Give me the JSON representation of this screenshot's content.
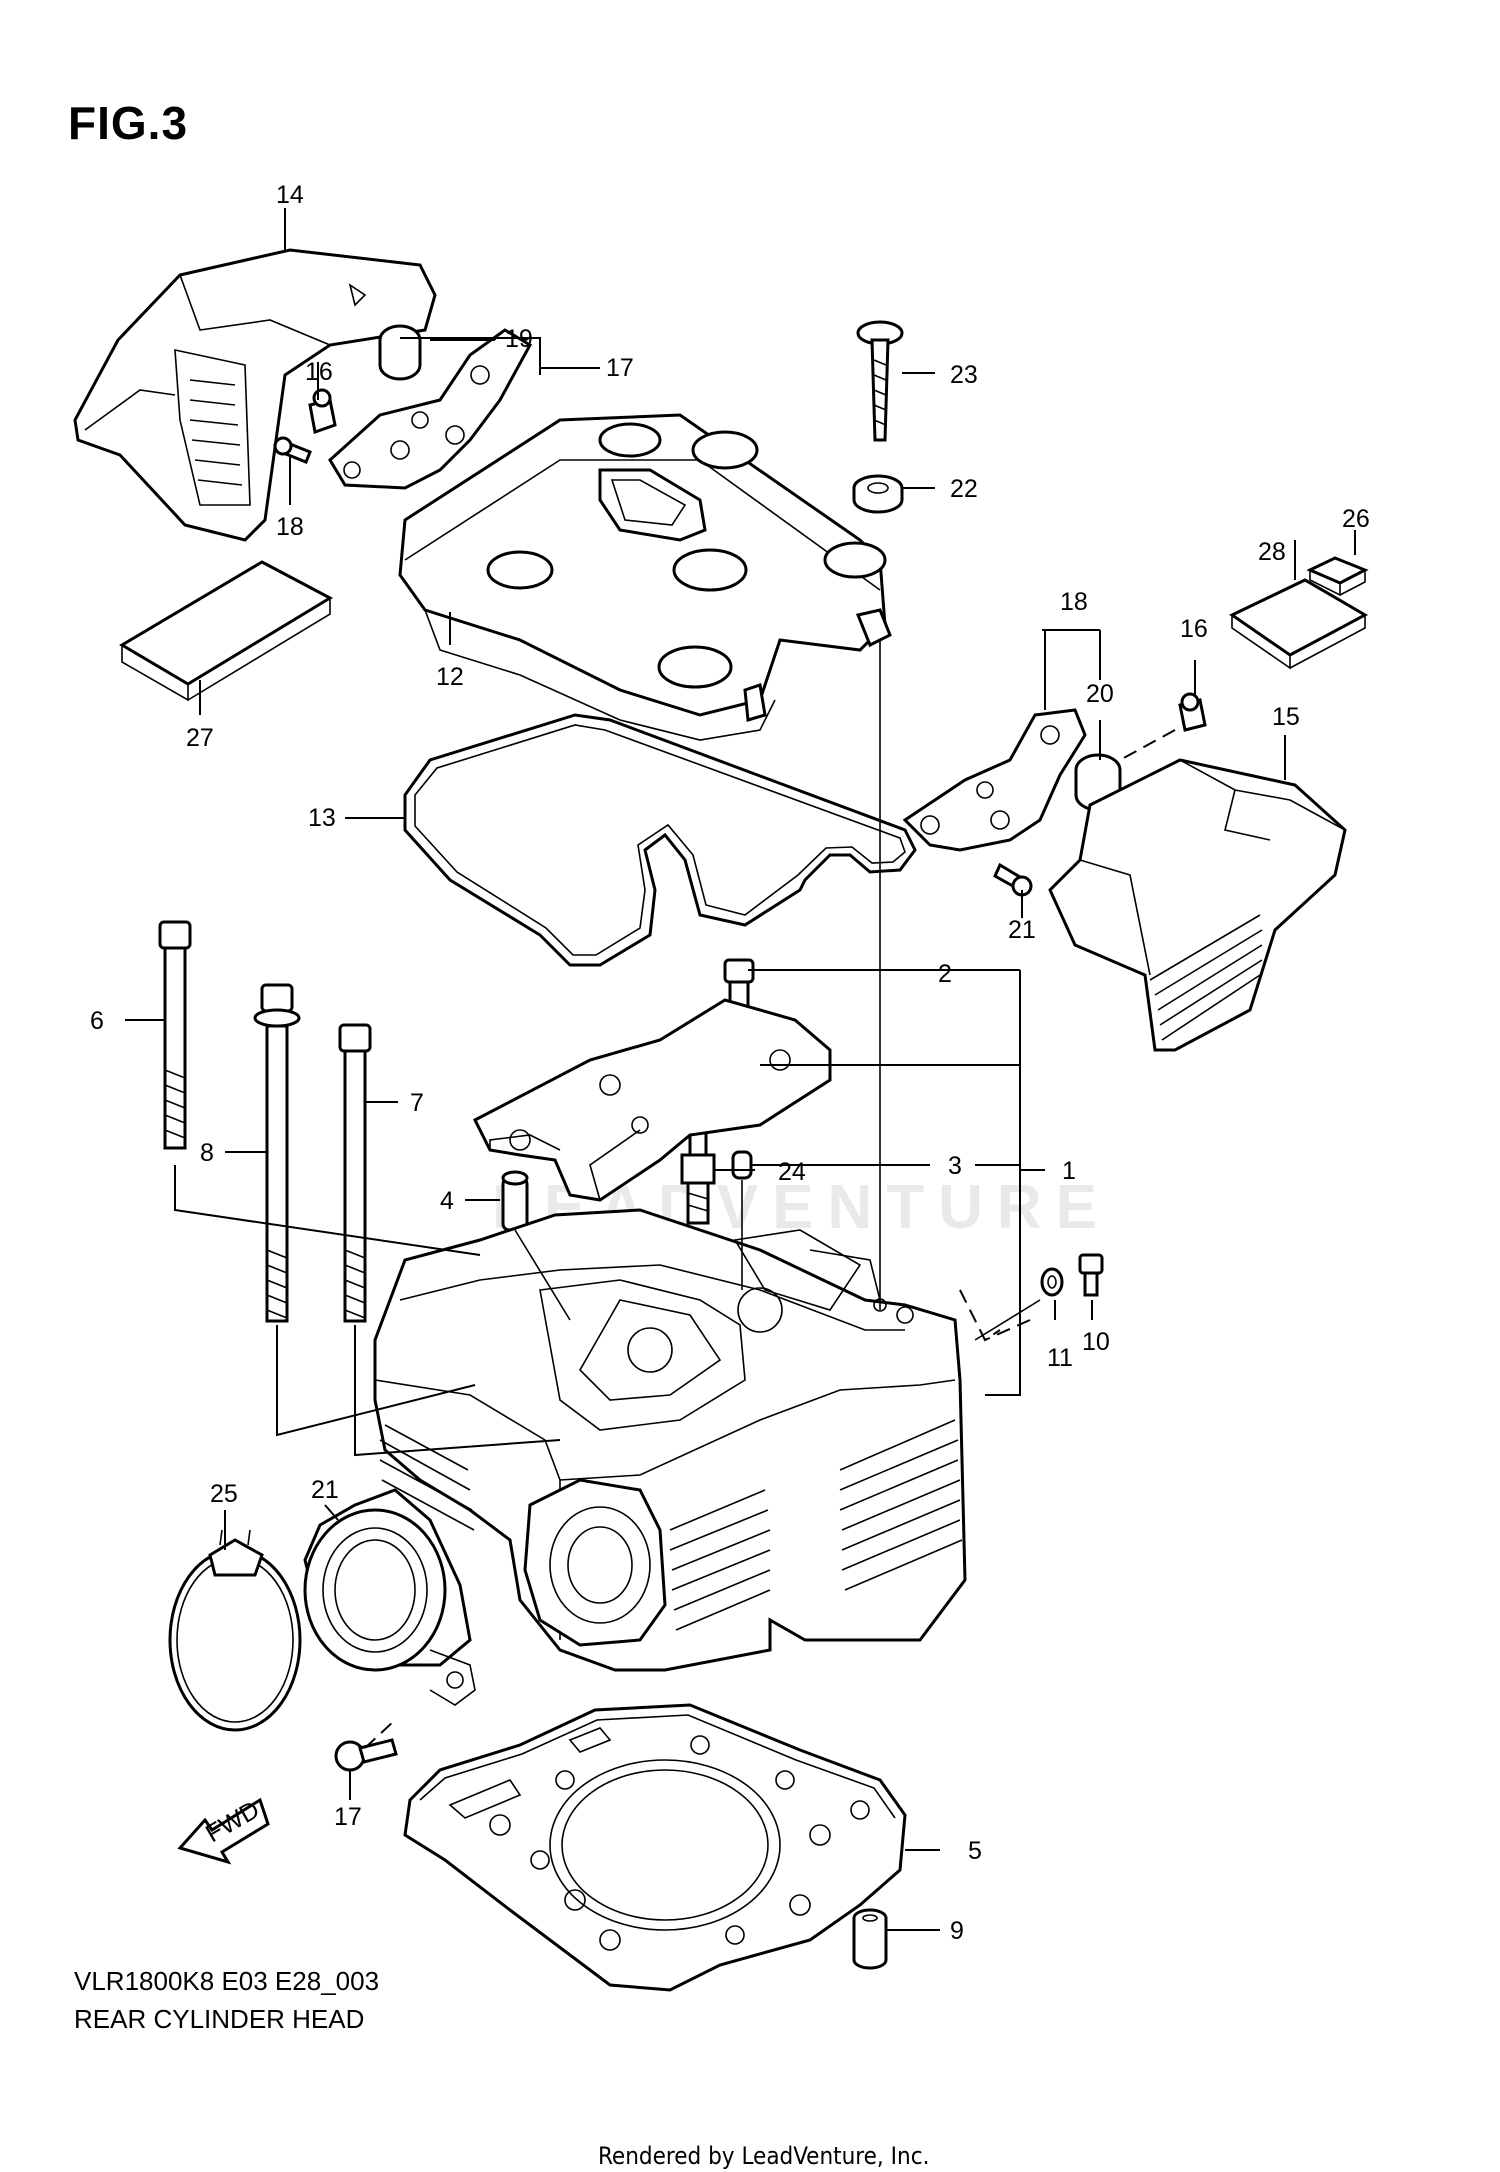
{
  "figure": {
    "title": "FIG.3",
    "code": "VLR1800K8 E03 E28_003",
    "name": "REAR CYLINDER HEAD",
    "credit": "Rendered by LeadVenture, Inc.",
    "watermark": "LEADVENTURE",
    "fwd_label": "FWD"
  },
  "callouts": [
    "1",
    "2",
    "3",
    "4",
    "5",
    "6",
    "7",
    "8",
    "9",
    "10",
    "11",
    "12",
    "13",
    "14",
    "15",
    "16",
    "16",
    "17",
    "17",
    "18",
    "18",
    "19",
    "20",
    "21",
    "21",
    "22",
    "23",
    "24",
    "25",
    "26",
    "27",
    "28"
  ]
}
